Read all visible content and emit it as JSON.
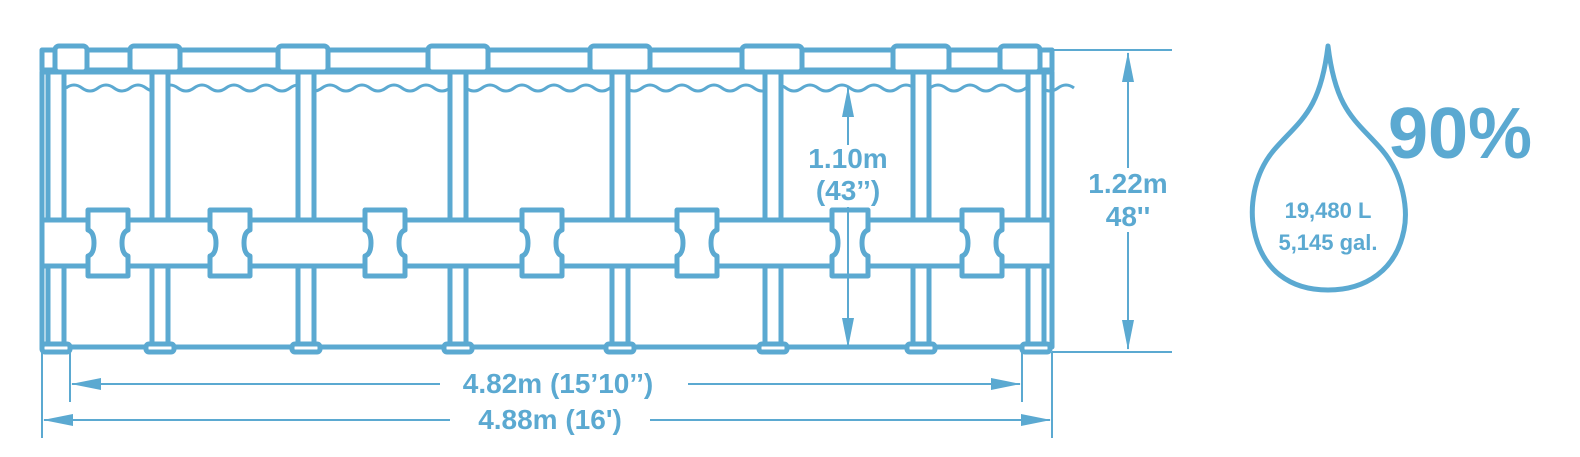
{
  "colors": {
    "line": "#5ba9d1",
    "fill": "#ffffff"
  },
  "dimensions": {
    "width_inner": "4.82m (15’10’’)",
    "width_outer": "4.88m (16')",
    "water_height_m": "1.10m",
    "water_height_in": "(43’’)",
    "wall_height_m": "1.22m",
    "wall_height_in": "48''"
  },
  "capacity": {
    "fill_percent": "90%",
    "liters": "19,480 L",
    "gallons": "5,145 gal.",
    "icon": "water-drop-icon"
  }
}
